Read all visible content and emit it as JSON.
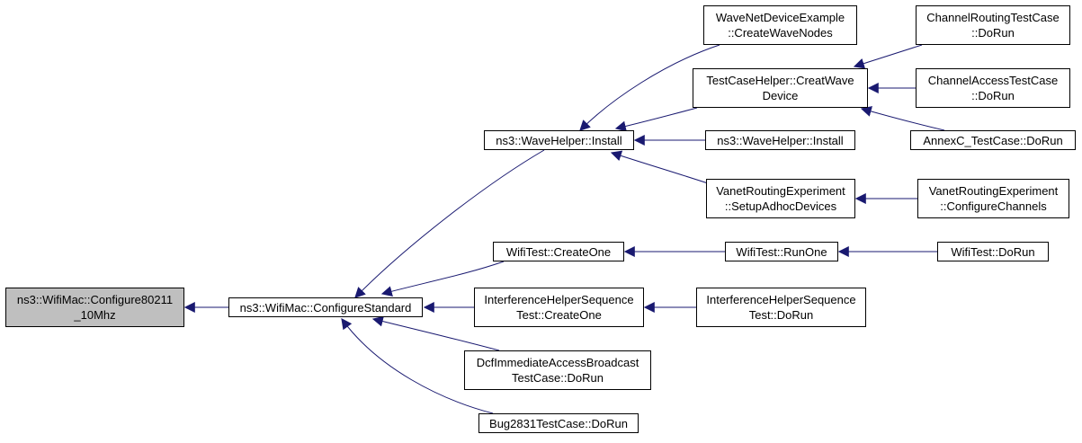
{
  "colors": {
    "edge": "#191970",
    "root_fill": "#bfbfbf",
    "node_fill": "#ffffff",
    "border": "#000000"
  },
  "nodes": [
    {
      "id": "configure80211",
      "lines": [
        "ns3::WifiMac::Configure80211",
        "_10Mhz"
      ],
      "root": true
    },
    {
      "id": "configureStandard",
      "lines": [
        "ns3::WifiMac::ConfigureStandard"
      ]
    },
    {
      "id": "waveHelperInstall",
      "lines": [
        "ns3::WaveHelper::Install"
      ]
    },
    {
      "id": "wifiTestCreateOne",
      "lines": [
        "WifiTest::CreateOne"
      ]
    },
    {
      "id": "ihsCreateOne",
      "lines": [
        "InterferenceHelperSequence",
        "Test::CreateOne"
      ]
    },
    {
      "id": "dcfImmediate",
      "lines": [
        "DcfImmediateAccessBroadcast",
        "TestCase::DoRun"
      ]
    },
    {
      "id": "bug2831",
      "lines": [
        "Bug2831TestCase::DoRun"
      ]
    },
    {
      "id": "waveNetDevice",
      "lines": [
        "WaveNetDeviceExample",
        "::CreateWaveNodes"
      ]
    },
    {
      "id": "testCaseHelper",
      "lines": [
        "TestCaseHelper::CreatWave",
        "Device"
      ]
    },
    {
      "id": "waveHelperInstall2",
      "lines": [
        "ns3::WaveHelper::Install"
      ]
    },
    {
      "id": "vanetSetup",
      "lines": [
        "VanetRoutingExperiment",
        "::SetupAdhocDevices"
      ]
    },
    {
      "id": "wifiTestRunOne",
      "lines": [
        "WifiTest::RunOne"
      ]
    },
    {
      "id": "ihsDoRun",
      "lines": [
        "InterferenceHelperSequence",
        "Test::DoRun"
      ]
    },
    {
      "id": "channelRouting",
      "lines": [
        "ChannelRoutingTestCase",
        "::DoRun"
      ]
    },
    {
      "id": "channelAccess",
      "lines": [
        "ChannelAccessTestCase",
        "::DoRun"
      ]
    },
    {
      "id": "annexC",
      "lines": [
        "AnnexC_TestCase::DoRun"
      ]
    },
    {
      "id": "vanetConfigure",
      "lines": [
        "VanetRoutingExperiment",
        "::ConfigureChannels"
      ]
    },
    {
      "id": "wifiTestDoRun",
      "lines": [
        "WifiTest::DoRun"
      ]
    }
  ],
  "edges": [
    {
      "from": "configureStandard",
      "to": "configure80211"
    },
    {
      "from": "waveHelperInstall",
      "to": "configureStandard"
    },
    {
      "from": "wifiTestCreateOne",
      "to": "configureStandard"
    },
    {
      "from": "ihsCreateOne",
      "to": "configureStandard"
    },
    {
      "from": "dcfImmediate",
      "to": "configureStandard"
    },
    {
      "from": "bug2831",
      "to": "configureStandard"
    },
    {
      "from": "waveNetDevice",
      "to": "waveHelperInstall"
    },
    {
      "from": "testCaseHelper",
      "to": "waveHelperInstall"
    },
    {
      "from": "waveHelperInstall2",
      "to": "waveHelperInstall"
    },
    {
      "from": "vanetSetup",
      "to": "waveHelperInstall"
    },
    {
      "from": "wifiTestRunOne",
      "to": "wifiTestCreateOne"
    },
    {
      "from": "ihsDoRun",
      "to": "ihsCreateOne"
    },
    {
      "from": "channelRouting",
      "to": "testCaseHelper"
    },
    {
      "from": "channelAccess",
      "to": "testCaseHelper"
    },
    {
      "from": "annexC",
      "to": "testCaseHelper"
    },
    {
      "from": "vanetConfigure",
      "to": "vanetSetup"
    },
    {
      "from": "wifiTestDoRun",
      "to": "wifiTestRunOne"
    }
  ]
}
